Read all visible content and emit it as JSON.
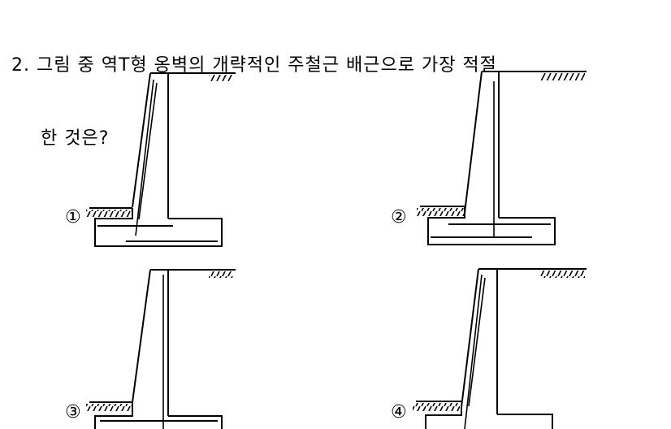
{
  "question": {
    "number": "2.",
    "line1": "그림 중 역T형 옹벽의 개략적인 주철근 배근으로 가장 적절",
    "line2": "한 것은?"
  },
  "options": [
    {
      "label": "①",
      "description": "reinforcement along front face, footing top bar and bottom bar"
    },
    {
      "label": "②",
      "description": "stem bar near back face extending into footing, footing top and bottom bars"
    },
    {
      "label": "③",
      "description": "stem bar near back face, single footing bar"
    },
    {
      "label": "④",
      "description": "double bars along front face only"
    }
  ],
  "figure": {
    "stroke_color": "#000000",
    "background": "#ffffff"
  }
}
